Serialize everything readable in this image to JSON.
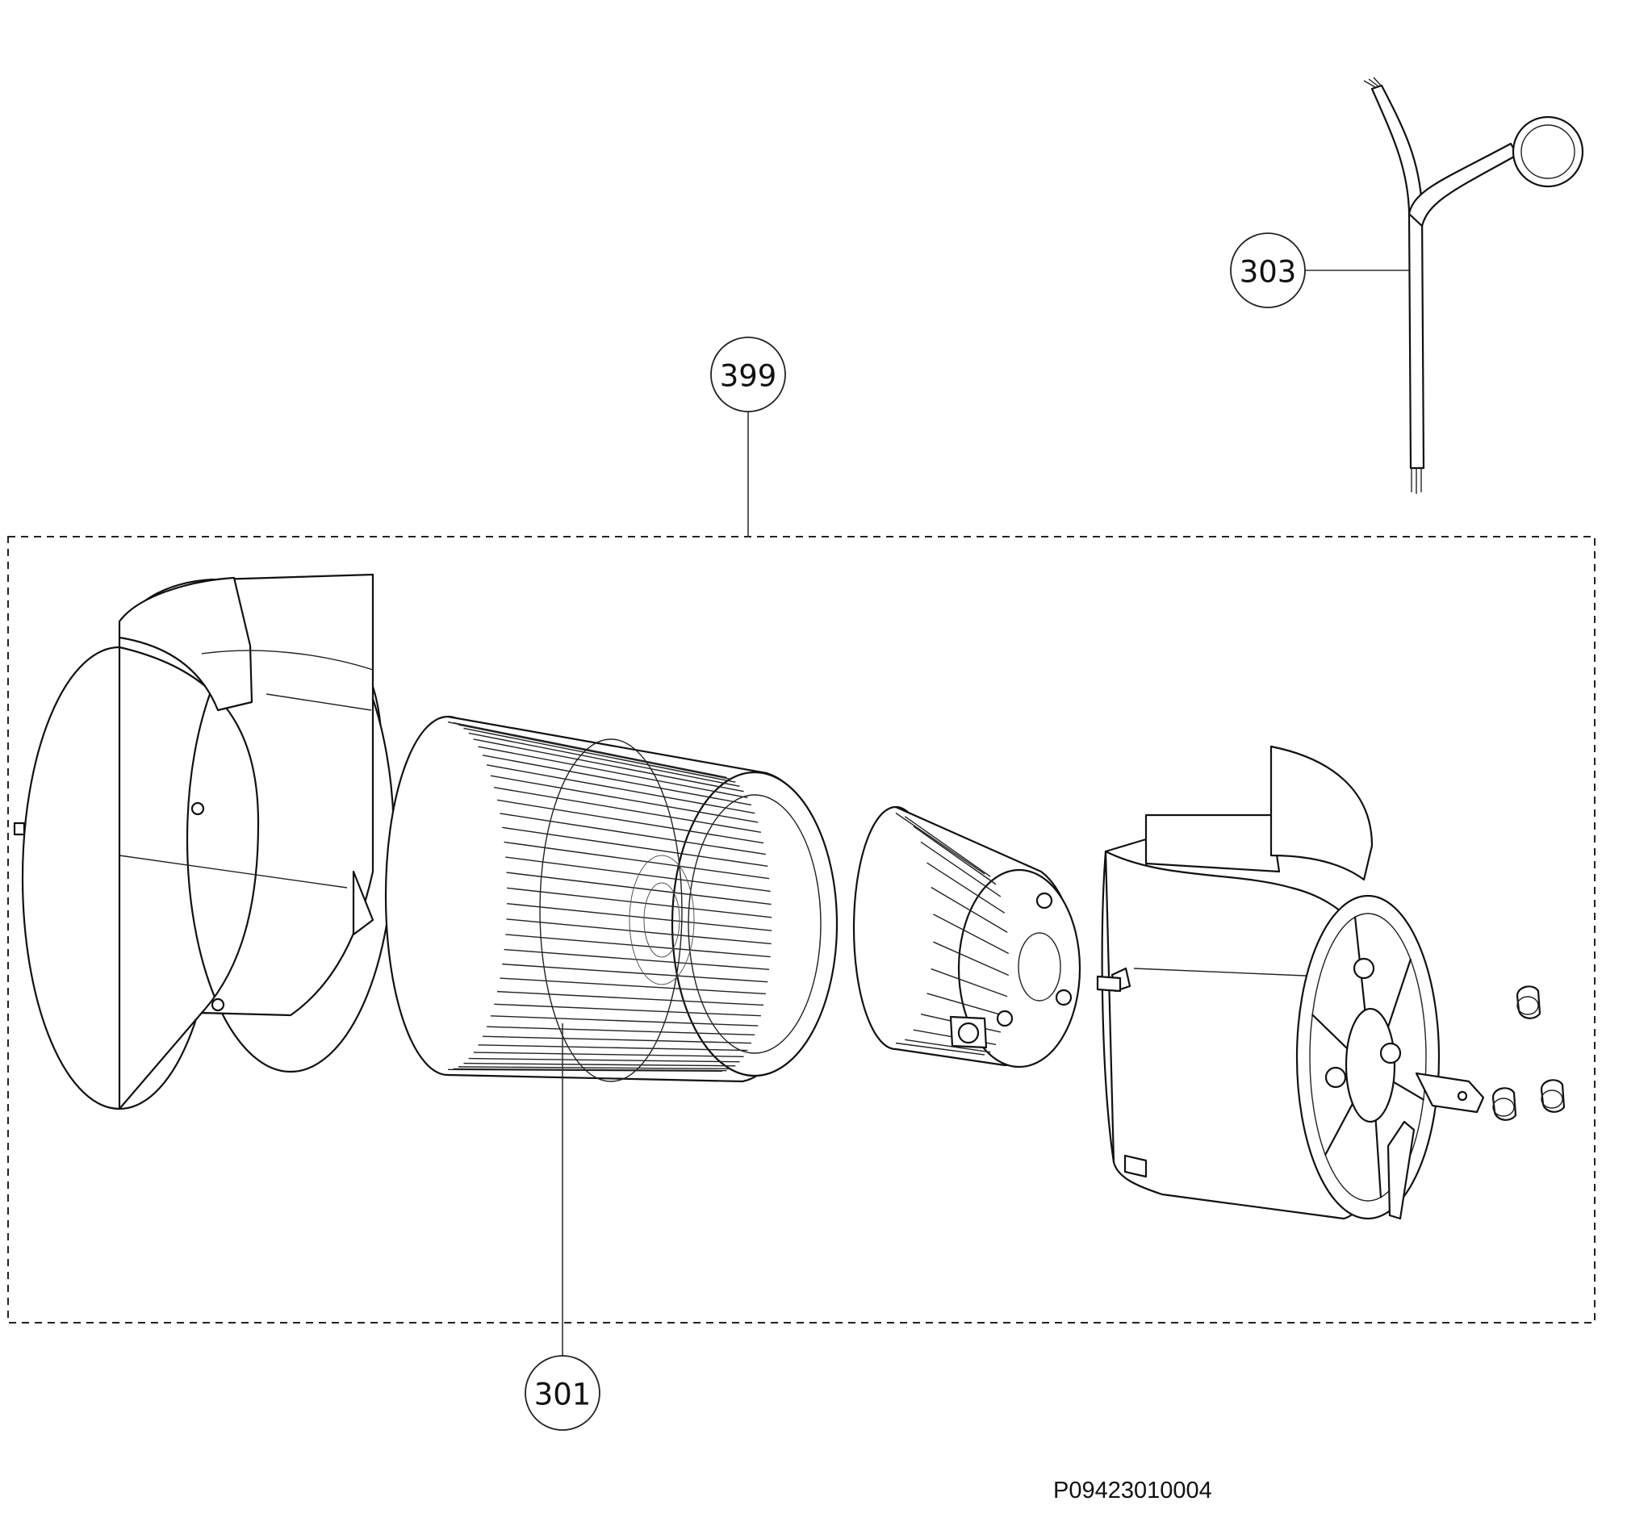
{
  "callouts": {
    "assembly": "399",
    "fan_wheel": "301",
    "cable": "303"
  },
  "drawing_code": "P09423010004",
  "colors": {
    "line": "#111111",
    "background": "#ffffff"
  }
}
